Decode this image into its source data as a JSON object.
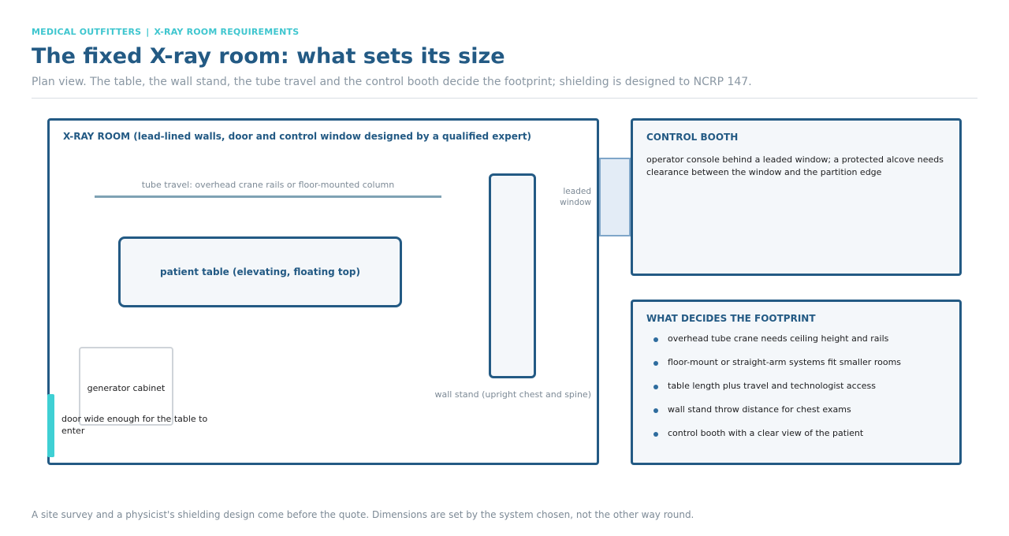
{
  "header": {
    "eyebrow_left": "MEDICAL OUTFITTERS",
    "eyebrow_sep": "|",
    "eyebrow_right": "X-RAY ROOM REQUIREMENTS",
    "title": "The fixed X-ray room: what sets its size",
    "subtitle": "Plan view. The table, the wall stand, the tube travel and the control booth decide the footprint; shielding is designed to NCRP 147."
  },
  "room": {
    "title": "X-RAY ROOM (lead-lined walls, door and control window designed by a qualified expert)",
    "tube_label": "tube travel: overhead crane rails or floor-mounted column",
    "table_label": "patient table (elevating, floating top)",
    "wall_stand_label": "wall stand (upright chest and spine)",
    "window_label": "leaded window",
    "generator_label": "generator cabinet",
    "door_label": "door wide enough for the table to enter"
  },
  "booth": {
    "title": "CONTROL BOOTH",
    "body": "operator console behind a leaded window; a protected alcove needs clearance between the window and the partition edge"
  },
  "footprint": {
    "title": "WHAT DECIDES THE FOOTPRINT",
    "items": [
      "overhead tube crane needs ceiling height and rails",
      "floor-mount or straight-arm systems fit smaller rooms",
      "table length plus travel and technologist access",
      "wall stand throw distance for chest exams",
      "control booth with a clear view of the patient"
    ]
  },
  "footnote": "A site survey and a physicist's shielding design come before the quote. Dimensions are set by the system chosen, not the other way round.",
  "colors": {
    "accent": "#3fc6cf",
    "primary": "#235a84",
    "muted": "#7d8a96",
    "panel_bg": "#f4f7fa"
  }
}
